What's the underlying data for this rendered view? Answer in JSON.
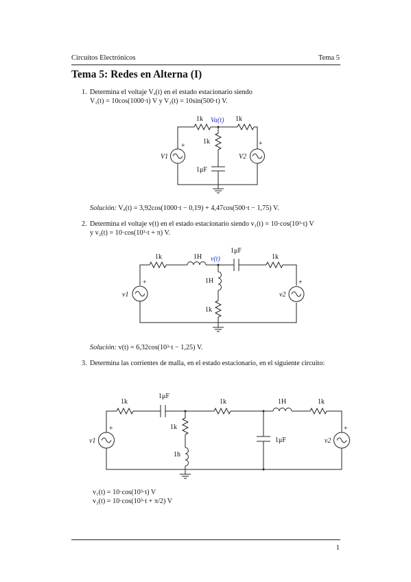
{
  "header": {
    "left": "Circuitos Electrónicos",
    "right": "Tema 5"
  },
  "title": "Tema 5: Redes en Alterna (I)",
  "problems": [
    {
      "number": "1.",
      "line1": "Determina el voltaje Vₐ(t) en el estado estacionario siendo",
      "line2": "V₁(t) = 10cos(1000·t) V y V₂(t) = 10sin(500·t) V.",
      "solution_label": "Solución:",
      "solution_text": "Vₐ(t) = 3,92cos(1000·t − 0,19) + 4,47cos(500·t − 1,75) V.",
      "circuit": {
        "r_left": "1k",
        "r_right": "1k",
        "r_mid": "1k",
        "cap": "1μF",
        "node": "Va(t)",
        "src_left": "V1",
        "src_right": "V2",
        "plus": "+"
      }
    },
    {
      "number": "2.",
      "line1": "Determina el voltaje v(t) en el estado estacionario siendo v₁(t) = 10·cos(10³·t) V",
      "line2": "y v₂(t) = 10·cos(10³·t + π) V.",
      "solution_label": "Solución:",
      "solution_text": "v(t) = 6,32cos(10³·t − 1,25) V.",
      "circuit": {
        "r_left": "1k",
        "ind_top": "1H",
        "node": "v(t)",
        "cap": "1μF",
        "r_right": "1k",
        "ind_mid": "1H",
        "r_mid": "1k",
        "src_left": "v1",
        "src_right": "v2",
        "plus": "+"
      }
    },
    {
      "number": "3.",
      "line1": "Determina las corrientes de malla, en el estado estacionario, en el siguiente circuito:",
      "eq1": "v₁(t) = 10·cos(10³·t) V",
      "eq2": "v₂(t) = 10·cos(10³·t + π/2) V",
      "circuit": {
        "r_left": "1k",
        "cap_top": "1μF",
        "r_center": "1k",
        "ind_top": "1H",
        "r_right": "1k",
        "r_shunt": "1k",
        "ind_shunt": "1h",
        "cap_shunt": "1μF",
        "src_left": "v1",
        "src_right": "v2",
        "plus": "+"
      }
    }
  ],
  "footer": {
    "page_number": "1"
  }
}
